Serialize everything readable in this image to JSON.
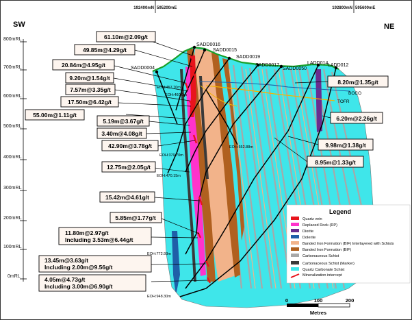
{
  "corners": {
    "left": "SW",
    "right": "NE"
  },
  "grid_top": [
    "192400mN",
    "595200mE",
    "192800mN",
    "595600mE"
  ],
  "rl_ticks": [
    "800mRL",
    "700mRL",
    "600mRL",
    "500mRL",
    "400mRL",
    "300mRL",
    "200mRL",
    "100mRL",
    "0mRL"
  ],
  "holes": [
    "SADD0016",
    "SADD0015",
    "SADD0004",
    "SADD0019",
    "SADD0017",
    "SADD0050",
    "LADD014",
    "LADD012"
  ],
  "eoh": [
    "EOH:457.70m",
    "EOH:370.70m",
    "EOH:470.15m",
    "EOH:552.88m",
    "EOH:772.93m",
    "EOH:948.30m"
  ],
  "eoh_small": "EOH:460.0m",
  "structures": [
    "BOCO",
    "TOFR"
  ],
  "intercepts_left": [
    "61.10m@2.09g/t",
    "49.85m@4.29g/t",
    "20.84m@4.95g/t",
    "9.20m@1.54g/t",
    "7.57m@3.35g/t",
    "17.50m@6.42g/t",
    "55.00m@1.11g/t",
    "5.19m@3.67g/t",
    "3.40m@4.08g/t",
    "42.90m@3.78g/t",
    "12.75m@2.05g/t",
    "15.42m@4.61g/t",
    "5.85m@1.77g/t"
  ],
  "intercepts_multi": [
    {
      "line1": "11.80m@2.97g/t",
      "line2": "Including 3.53m@6.44g/t"
    },
    {
      "line1": "13.45m@3.63g/t",
      "line2": "Including 2.00m@9.56g/t"
    },
    {
      "line1": "4.05m@4.73g/t",
      "line2": "Including 3.00m@6.90g/t"
    }
  ],
  "intercepts_right": [
    "8.20m@1.35g/t",
    "6.20m@2.26g/t",
    "9.98m@1.38g/t",
    "8.95m@1.33g/t"
  ],
  "legend": {
    "title": "Legend",
    "items": [
      {
        "label": "Quartz vein",
        "color": "#e8141c"
      },
      {
        "label": "Replaced Rock (RP)",
        "color": "#ff33cc"
      },
      {
        "label": "Diorite",
        "color": "#6a2c8f"
      },
      {
        "label": "Dolerite",
        "color": "#1f5fa8"
      },
      {
        "label": "Banded Iron Formation (BIF) Interlayered with Schists",
        "color": "#f2b38a"
      },
      {
        "label": "Banded Iron Formation (BIF)",
        "color": "#b0601f"
      },
      {
        "label": "Carbonaceous Schist",
        "color": "#a8a8a8"
      },
      {
        "label": "Carbonaceous Schist (Marker)",
        "color": "#3a3a3a"
      },
      {
        "label": "Quartz Carbonate Schist",
        "color": "#3fe6ea"
      },
      {
        "label": "Mineralization intercept",
        "color": "#e8141c"
      }
    ]
  },
  "scale": {
    "ticks": [
      "0",
      "100",
      "200"
    ],
    "unit": "Metres"
  }
}
